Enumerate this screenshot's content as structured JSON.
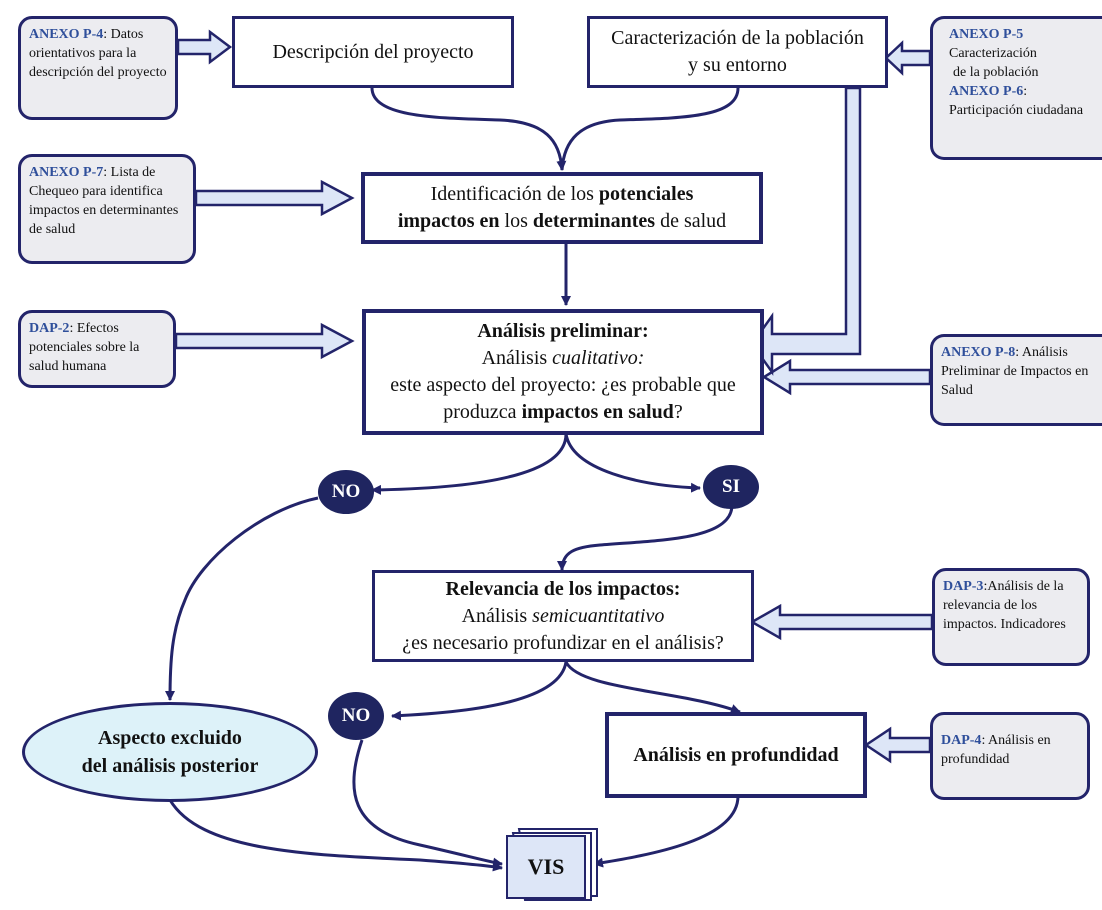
{
  "nodes": {
    "descripcion": "Descripción del proyecto",
    "caracterizacion_1": "Caracterización de la población",
    "caracterizacion_2": "y su entorno",
    "identificacion": {
      "t1": "Identificación de los ",
      "t1b": "potenciales",
      "t2b1": "impactos en",
      "t2": " los ",
      "t2b2": "determinantes",
      "t3": " de salud"
    },
    "preliminar": {
      "title": "Análisis preliminar:",
      "l2": "Análisis ",
      "l2i": "cualitativo:",
      "l3": "este aspecto del proyecto: ¿es probable que",
      "l4": "produzca ",
      "l4b": "impactos en salud",
      "l4e": "?"
    },
    "no_1": "NO",
    "si": "SI",
    "relevancia": {
      "title": "Relevancia de los impactos:",
      "l2": "Análisis ",
      "l2i": "semicuantitativo",
      "l3": "¿es necesario profundizar en el análisis?"
    },
    "no_2": "NO",
    "excluido_1": "Aspecto excluido",
    "excluido_2": "del análisis posterior",
    "profundidad": "Análisis en profundidad",
    "vis": "VIS"
  },
  "annexes": {
    "p4": {
      "label": "ANEXO P-4",
      "text": ": Datos orientativos para la descripción del proyecto"
    },
    "p5": {
      "label": "ANEXO P-5",
      "text1": "Caracterización",
      "text2": "de la población"
    },
    "p6": {
      "label": "ANEXO P-6",
      "text": ": Participación ciudadana"
    },
    "p7": {
      "label": "ANEXO P-7",
      "text": ": Lista de Chequeo para identifica impactos en determinantes de salud"
    },
    "dap2": {
      "label": "DAP-2",
      "text": ": Efectos potenciales sobre la salud humana"
    },
    "p8": {
      "label": "ANEXO P-8",
      "text": ": Análisis Preliminar de Impactos en Salud"
    },
    "dap3": {
      "label": "DAP-3",
      "text": ":Análisis de la relevancia de los impactos. Indicadores"
    },
    "dap4": {
      "label": "DAP-4",
      "text": ": Análisis en profundidad"
    }
  },
  "colors": {
    "navy": "#23246a",
    "oval_fill": "#1f2560",
    "arrow_fill": "#dde6f7",
    "annex_label": "#2f4f9b",
    "excluded_fill": "#ddf2f9"
  }
}
